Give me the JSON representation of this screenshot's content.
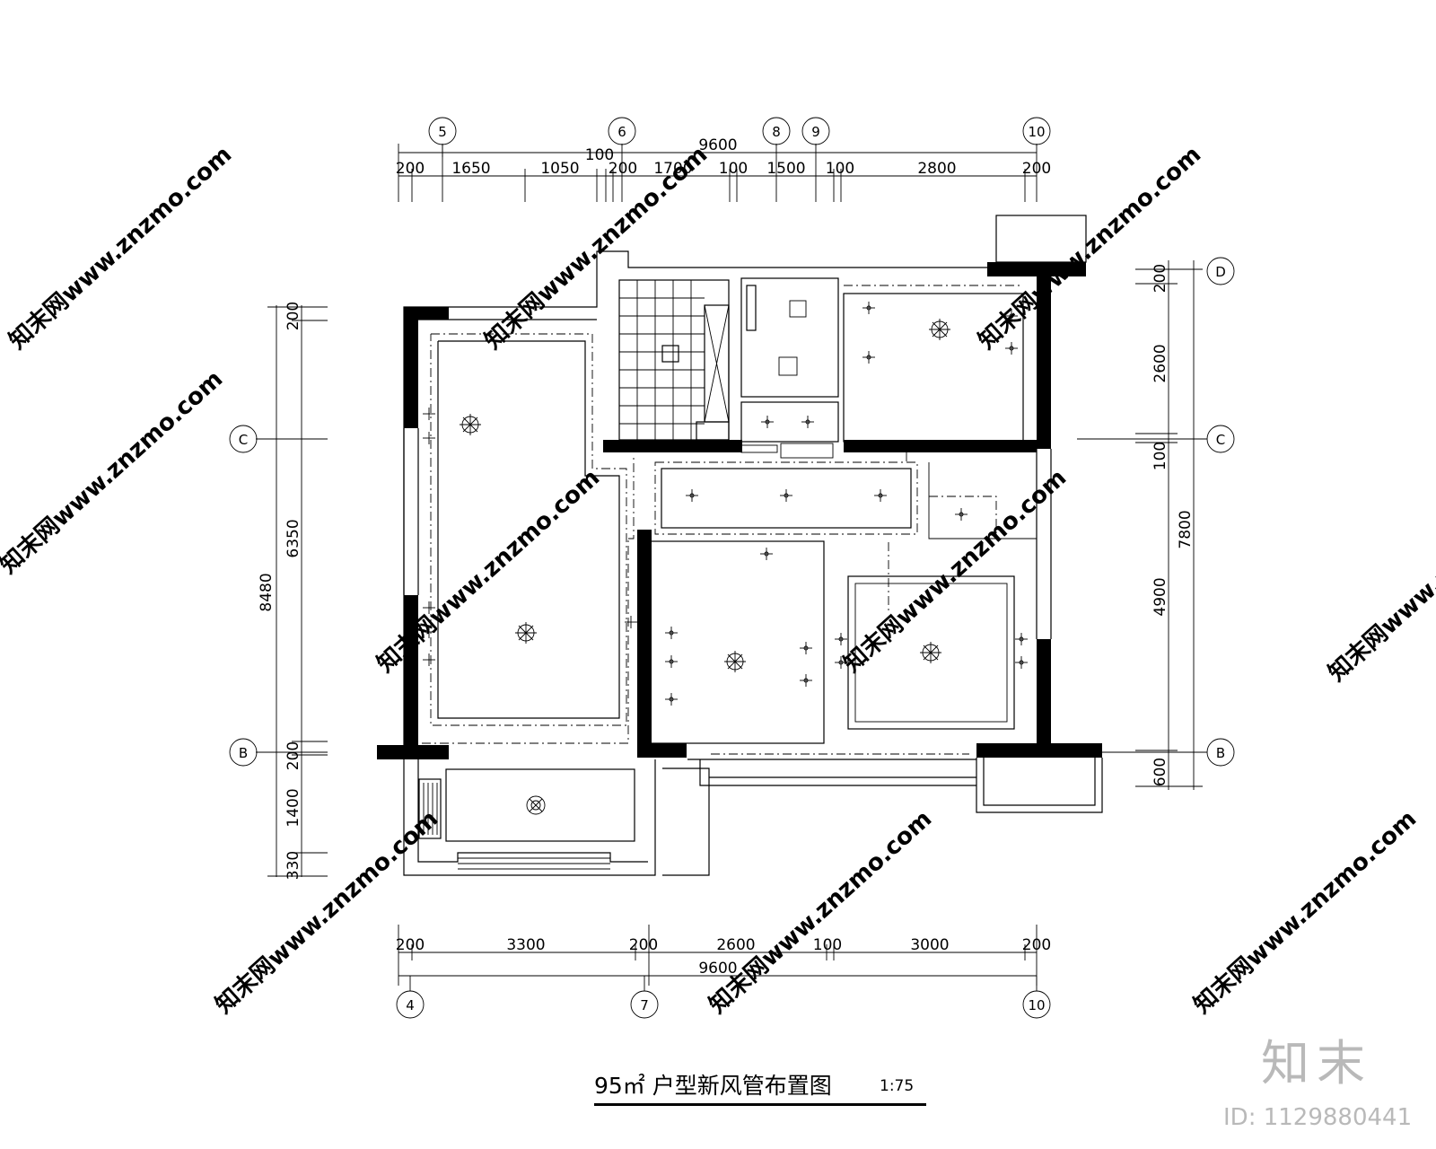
{
  "drawing": {
    "title": "95㎡ 户型新风管布置图",
    "scale": "1:75"
  },
  "grid_axes": {
    "top": [
      "5",
      "6",
      "8",
      "9",
      "10"
    ],
    "bottom": [
      "4",
      "7",
      "10"
    ],
    "left": [
      "C",
      "B"
    ],
    "right": [
      "D",
      "C",
      "B"
    ]
  },
  "dimensions": {
    "top_total": "9600",
    "top_note": "100",
    "top_segments": [
      "200",
      "1650",
      "1050",
      "200",
      "1700",
      "100",
      "1500",
      "100",
      "2800",
      "200"
    ],
    "bottom_total": "9600",
    "bottom_segments": [
      "200",
      "3300",
      "200",
      "2600",
      "100",
      "3000",
      "200"
    ],
    "left_total": "8480",
    "left_sub": "6350",
    "left_segments": [
      "200",
      "200",
      "1400",
      "330"
    ],
    "right_total": "7800",
    "right_segments": [
      "200",
      "2600",
      "100",
      "4900",
      "600"
    ]
  },
  "watermark": {
    "text": "知末网www.znzmo.com",
    "logo": "知末",
    "id": "ID: 1129880441"
  }
}
